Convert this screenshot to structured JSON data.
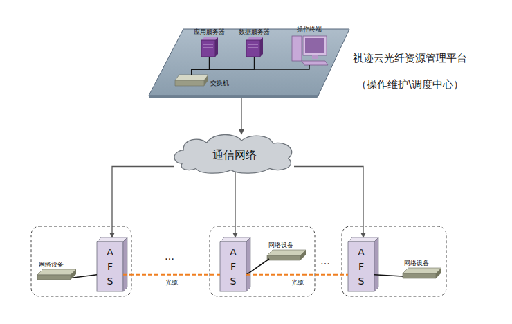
{
  "diagram": {
    "nodes": [
      {
        "text": [
          "祺迹云光纤资源管理平台",
          "（操作维护\\调度中心）"
        ]
      },
      {
        "text": [
          "应用服务器"
        ],
        "in": 0
      },
      {
        "text": [
          "数据服务器"
        ],
        "in": 0
      },
      {
        "text": [
          "操作终端"
        ],
        "in": 0
      },
      {
        "text": [
          "交换机"
        ],
        "in": 0
      },
      {
        "text": [
          "通信网络"
        ]
      },
      {
        "text": [
          "AFS"
        ]
      },
      {
        "text": [
          "网络设备"
        ]
      },
      {
        "text": [
          "AFS"
        ]
      },
      {
        "text": [
          "网络设备"
        ]
      },
      {
        "text": [
          "AFS"
        ]
      },
      {
        "text": [
          "网络设备"
        ]
      }
    ],
    "edges": [
      {
        "from": 1,
        "to": 4,
        "arrow": "none"
      },
      {
        "from": 2,
        "to": 4,
        "arrow": "none"
      },
      {
        "from": 3,
        "to": 4,
        "arrow": "none"
      },
      {
        "from": 0,
        "to": 5,
        "arrow": "to"
      },
      {
        "from": 5,
        "to": 6,
        "arrow": "to"
      },
      {
        "from": 5,
        "to": 8,
        "arrow": "to"
      },
      {
        "from": 5,
        "to": 10,
        "arrow": "to"
      },
      {
        "from": 6,
        "to": 7,
        "arrow": "none"
      },
      {
        "from": 8,
        "to": 9,
        "arrow": "none"
      },
      {
        "from": 10,
        "to": 11,
        "arrow": "none"
      },
      {
        "from": 6,
        "to": 8,
        "label": "光缆",
        "arrow": "none"
      },
      {
        "from": 8,
        "to": 10,
        "label": "光缆",
        "arrow": "none"
      }
    ],
    "labels": [
      "…",
      "…"
    ]
  }
}
